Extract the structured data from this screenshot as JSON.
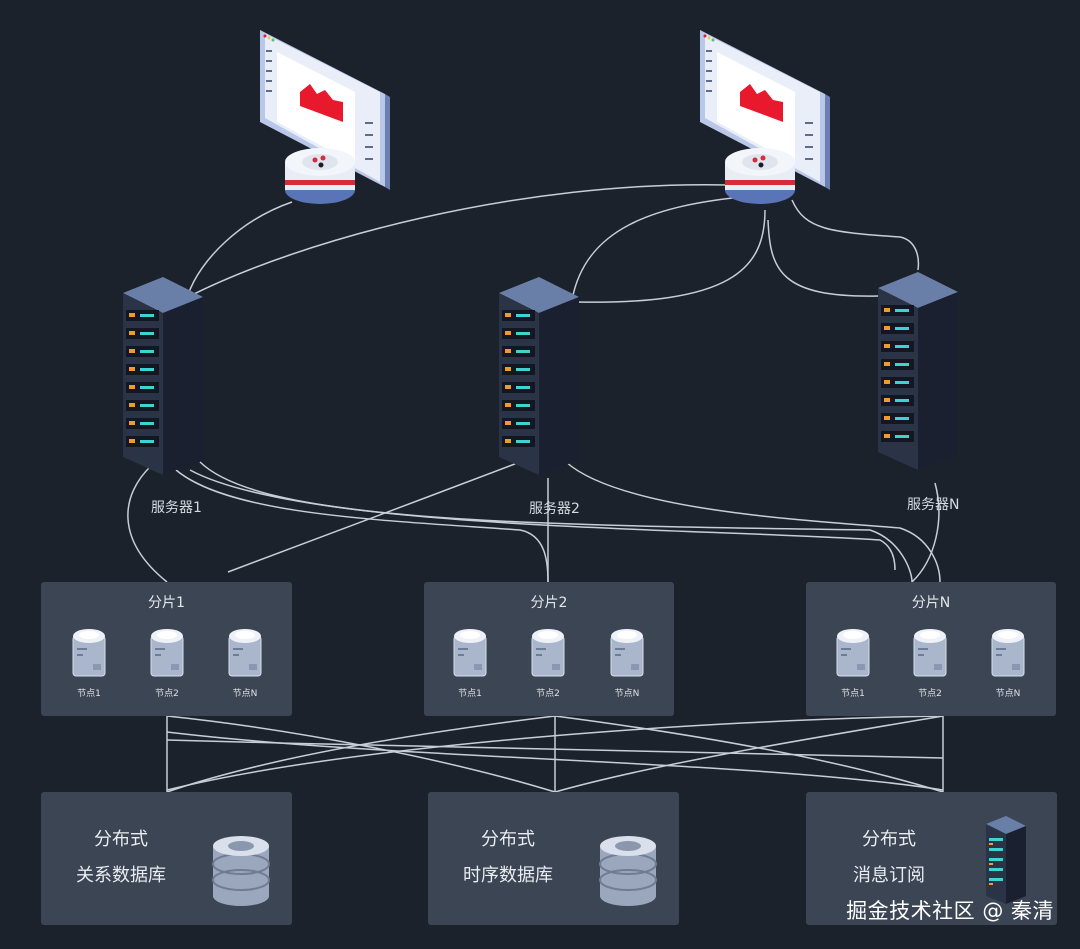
{
  "servers": [
    {
      "label": "服务器1"
    },
    {
      "label": "服务器2"
    },
    {
      "label": "服务器N"
    }
  ],
  "shards": [
    {
      "title": "分片1",
      "nodes": [
        "节点1",
        "节点2",
        "节点N"
      ]
    },
    {
      "title": "分片2",
      "nodes": [
        "节点1",
        "节点2",
        "节点N"
      ]
    },
    {
      "title": "分片N",
      "nodes": [
        "节点1",
        "节点2",
        "节点N"
      ]
    }
  ],
  "storages": [
    {
      "line1": "分布式",
      "line2": "关系数据库",
      "icon": "database-icon"
    },
    {
      "line1": "分布式",
      "line2": "时序数据库",
      "icon": "database-icon"
    },
    {
      "line1": "分布式",
      "line2": "消息订阅",
      "icon": "server-rack-icon"
    }
  ],
  "watermark": "掘金技术社区 @ 秦清",
  "colors": {
    "background": "#1c222b",
    "panel": "#3b4554",
    "line": "#c9ced6",
    "accent": "#d62b3a"
  }
}
